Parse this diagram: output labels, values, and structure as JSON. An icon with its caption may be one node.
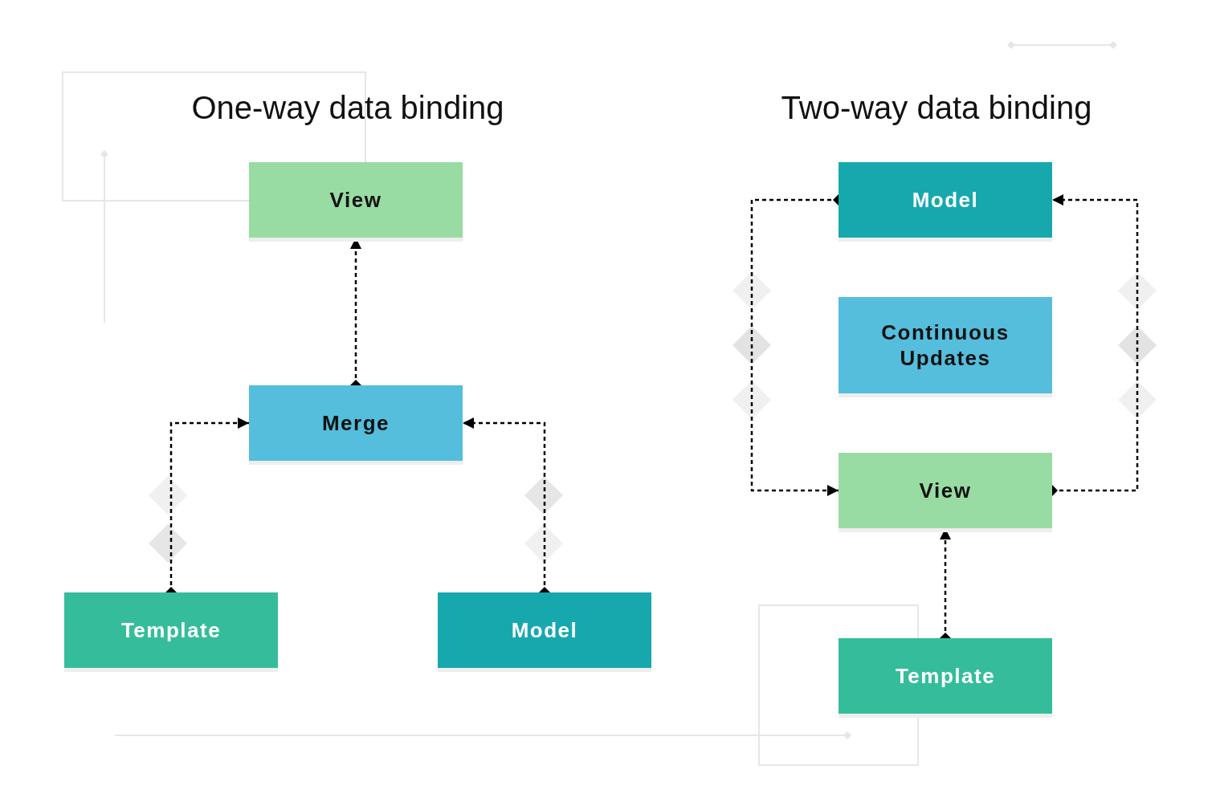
{
  "diagram": {
    "nodes": [
      {
        "text": [
          "View"
        ]
      },
      {
        "text": [
          "Merge"
        ]
      },
      {
        "text": [
          "Template"
        ]
      },
      {
        "text": [
          "Model"
        ]
      },
      {
        "text": [
          "Model"
        ]
      },
      {
        "text": [
          "Continuous Updates"
        ]
      },
      {
        "text": [
          "View"
        ]
      },
      {
        "text": [
          "Template"
        ]
      }
    ],
    "edges": [
      {
        "from": 1,
        "to": 0,
        "arrow": "to",
        "style": "dashed"
      },
      {
        "from": 2,
        "to": 1,
        "arrow": "to",
        "style": "dashed"
      },
      {
        "from": 3,
        "to": 1,
        "arrow": "to",
        "style": "dashed"
      },
      {
        "from": 4,
        "to": 6,
        "arrow": "to",
        "style": "dashed"
      },
      {
        "from": 6,
        "to": 4,
        "arrow": "to",
        "style": "dashed"
      },
      {
        "from": 7,
        "to": 6,
        "arrow": "to",
        "style": "dashed"
      }
    ],
    "labels": [
      "One-way data binding",
      "Two-way data binding"
    ]
  }
}
